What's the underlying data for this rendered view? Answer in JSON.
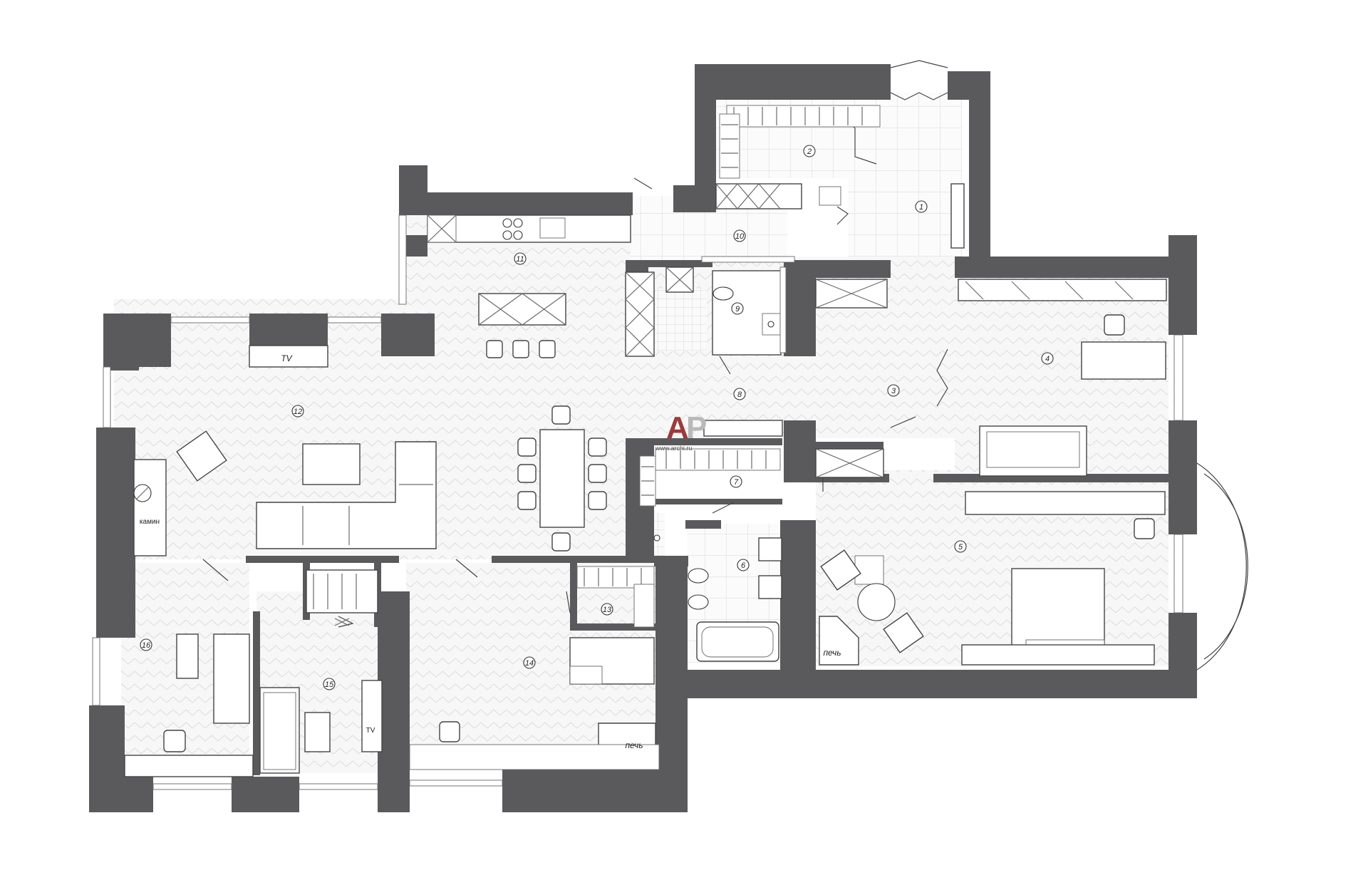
{
  "plan": {
    "room_numbers": [
      "1",
      "2",
      "3",
      "4",
      "5",
      "6",
      "7",
      "8",
      "9",
      "10",
      "11",
      "12",
      "13",
      "14",
      "15",
      "16"
    ],
    "labels": {
      "tv_living": "TV",
      "tv_room15": "TV",
      "fireplace": "камин",
      "stove_bedroom": "печь",
      "stove_room14": "печь"
    },
    "watermark": {
      "a": "A",
      "p": "P",
      "url": "www.archi.ru"
    }
  },
  "colors": {
    "wall": "#5a5a5c",
    "floor": "#f6f6f6",
    "watermark_accent": "#9c3a3a"
  }
}
